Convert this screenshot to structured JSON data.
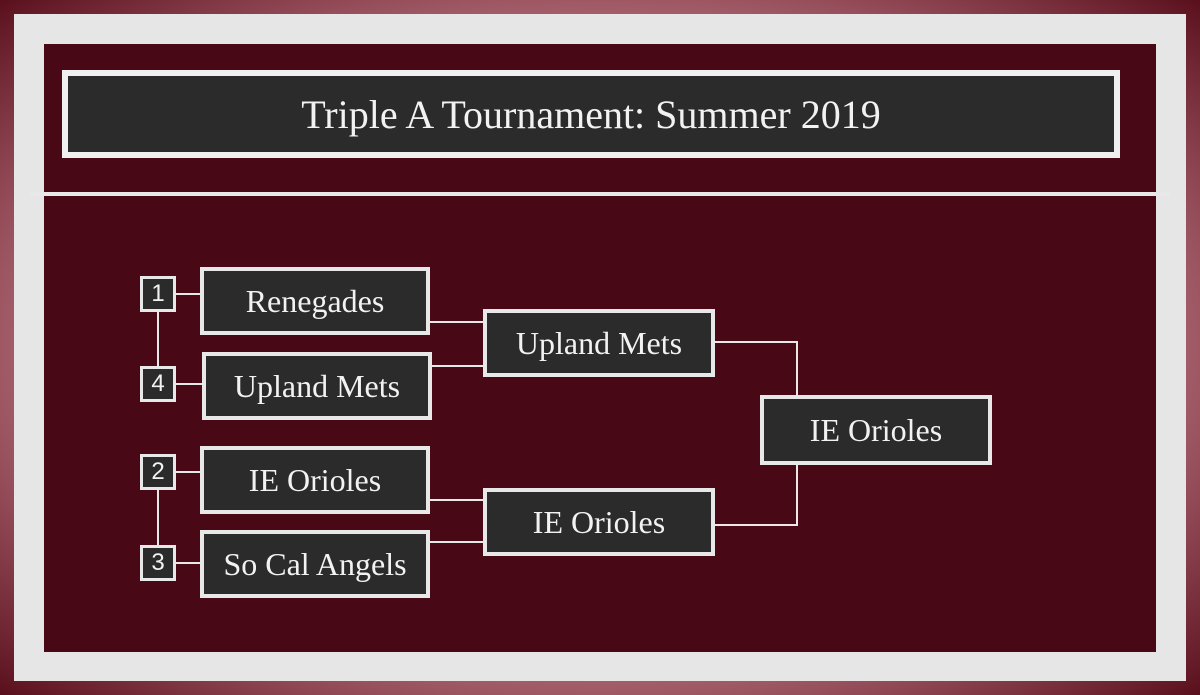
{
  "title": "Triple A Tournament: Summer 2019",
  "seeds": [
    "1",
    "4",
    "2",
    "3"
  ],
  "round1": [
    "Renegades",
    "Upland Mets",
    "IE Orioles",
    "So Cal Angels"
  ],
  "round2": [
    "Upland Mets",
    "IE Orioles"
  ],
  "champion": "IE Orioles",
  "colors": {
    "panel": "#480815",
    "frame_light": "#e6e6e6",
    "box_fill": "#2b2b2b",
    "box_border": "#e8e8e8",
    "text": "#f2f2f2"
  }
}
